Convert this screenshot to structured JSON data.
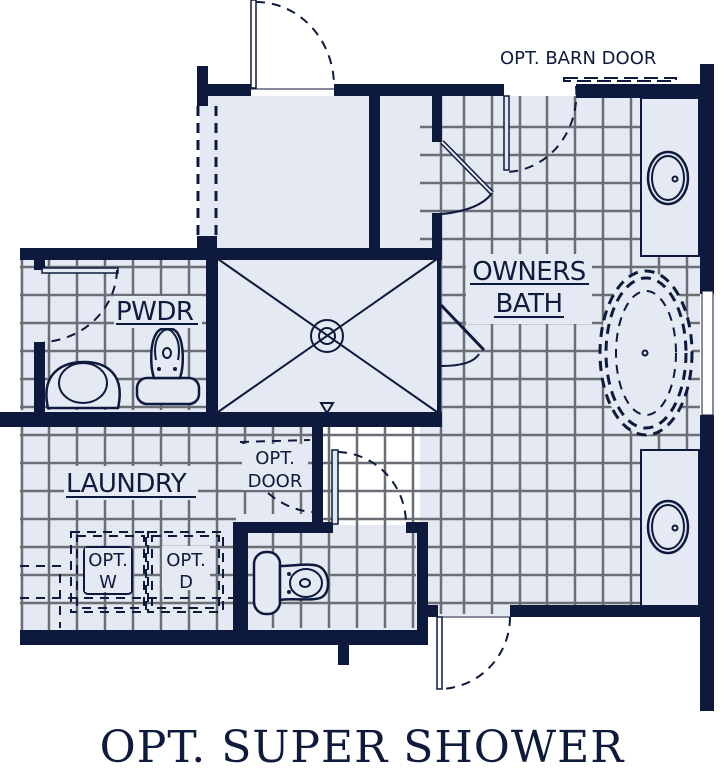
{
  "title": "OPT. SUPER SHOWER",
  "rooms": {
    "owners_bath": {
      "line1": "OWNERS",
      "line2": "BATH"
    },
    "powder": {
      "label": "PWDR"
    },
    "laundry": {
      "label": "LAUNDRY"
    }
  },
  "annotations": {
    "barn_door": "OPT. BARN DOOR",
    "opt_door_line1": "OPT.",
    "opt_door_line2": "DOOR",
    "washer_line1": "OPT.",
    "washer_line2": "W",
    "dryer_line1": "OPT.",
    "dryer_line2": "D"
  },
  "colors": {
    "wall": "#0d1a3d",
    "floor": "#e4e9f3",
    "tile_grid": "#6b6e74",
    "text": "#0f1b3d",
    "background": "#ffffff"
  }
}
